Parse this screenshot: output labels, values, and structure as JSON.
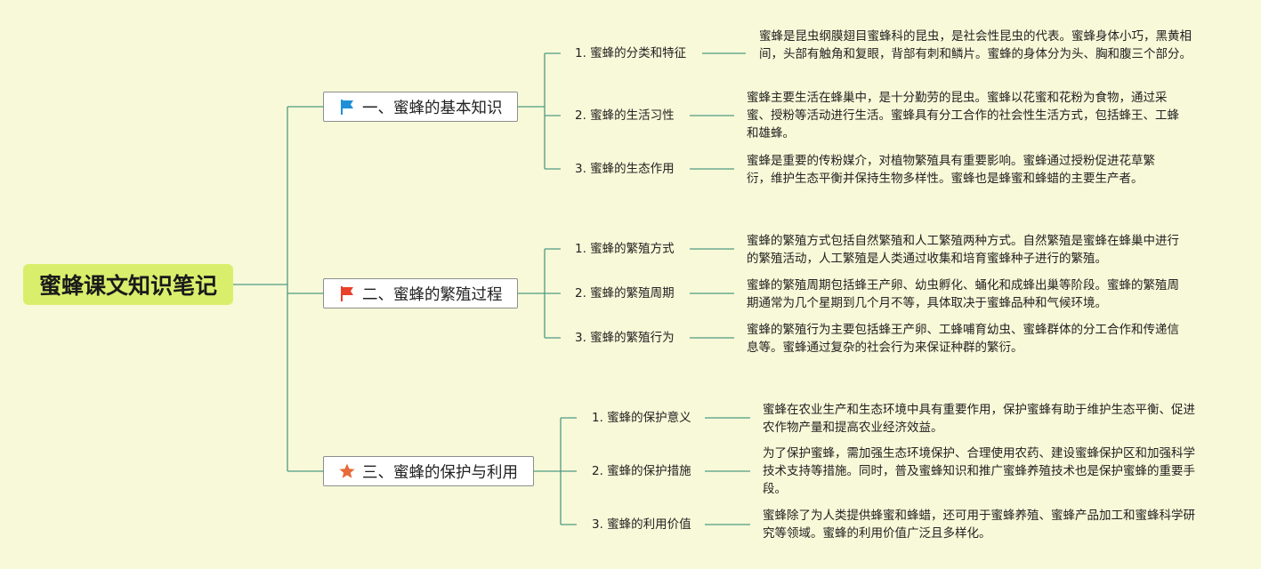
{
  "root": {
    "title": "蜜蜂课文知识笔记"
  },
  "branches": [
    {
      "icon": "blue-flag-icon",
      "label": "一、蜜蜂的基本知识",
      "topics": [
        {
          "label": "1. 蜜蜂的分类和特征",
          "desc": "蜜蜂是昆虫纲膜翅目蜜蜂科的昆虫，是社会性昆虫的代表。蜜蜂身体小巧，黑黄相间，头部有触角和复眼，背部有刺和鳞片。蜜蜂的身体分为头、胸和腹三个部分。"
        },
        {
          "label": "2. 蜜蜂的生活习性",
          "desc": "蜜蜂主要生活在蜂巢中，是十分勤劳的昆虫。蜜蜂以花蜜和花粉为食物，通过采蜜、授粉等活动进行生活。蜜蜂具有分工合作的社会性生活方式，包括蜂王、工蜂和雄蜂。"
        },
        {
          "label": "3. 蜜蜂的生态作用",
          "desc": "蜜蜂是重要的传粉媒介，对植物繁殖具有重要影响。蜜蜂通过授粉促进花草繁衍，维护生态平衡并保持生物多样性。蜜蜂也是蜂蜜和蜂蜡的主要生产者。"
        }
      ]
    },
    {
      "icon": "red-flag-icon",
      "label": "二、蜜蜂的繁殖过程",
      "topics": [
        {
          "label": "1. 蜜蜂的繁殖方式",
          "desc": "蜜蜂的繁殖方式包括自然繁殖和人工繁殖两种方式。自然繁殖是蜜蜂在蜂巢中进行的繁殖活动，人工繁殖是人类通过收集和培育蜜蜂种子进行的繁殖。"
        },
        {
          "label": "2. 蜜蜂的繁殖周期",
          "desc": "蜜蜂的繁殖周期包括蜂王产卵、幼虫孵化、蛹化和成蜂出巢等阶段。蜜蜂的繁殖周期通常为几个星期到几个月不等，具体取决于蜜蜂品种和气候环境。"
        },
        {
          "label": "3. 蜜蜂的繁殖行为",
          "desc": "蜜蜂的繁殖行为主要包括蜂王产卵、工蜂哺育幼虫、蜜蜂群体的分工合作和传递信息等。蜜蜂通过复杂的社会行为来保证种群的繁衍。"
        }
      ]
    },
    {
      "icon": "orange-star-icon",
      "label": "三、蜜蜂的保护与利用",
      "topics": [
        {
          "label": "1. 蜜蜂的保护意义",
          "desc": "蜜蜂在农业生产和生态环境中具有重要作用，保护蜜蜂有助于维护生态平衡、促进农作物产量和提高农业经济效益。"
        },
        {
          "label": "2. 蜜蜂的保护措施",
          "desc": "为了保护蜜蜂，需加强生态环境保护、合理使用农药、建设蜜蜂保护区和加强科学技术支持等措施。同时，普及蜜蜂知识和推广蜜蜂养殖技术也是保护蜜蜂的重要手段。"
        },
        {
          "label": "3. 蜜蜂的利用价值",
          "desc": "蜜蜂除了为人类提供蜂蜜和蜂蜡，还可用于蜜蜂养殖、蜜蜂产品加工和蜜蜂科学研究等领域。蜜蜂的利用价值广泛且多样化。"
        }
      ]
    }
  ],
  "colors": {
    "background": "#f8f9d8",
    "root_fill": "#d9ef6c",
    "connector": "#4f9a83",
    "flag_blue": "#1e8fd8",
    "flag_red": "#e8402a",
    "star_orange": "#e86a3a"
  }
}
